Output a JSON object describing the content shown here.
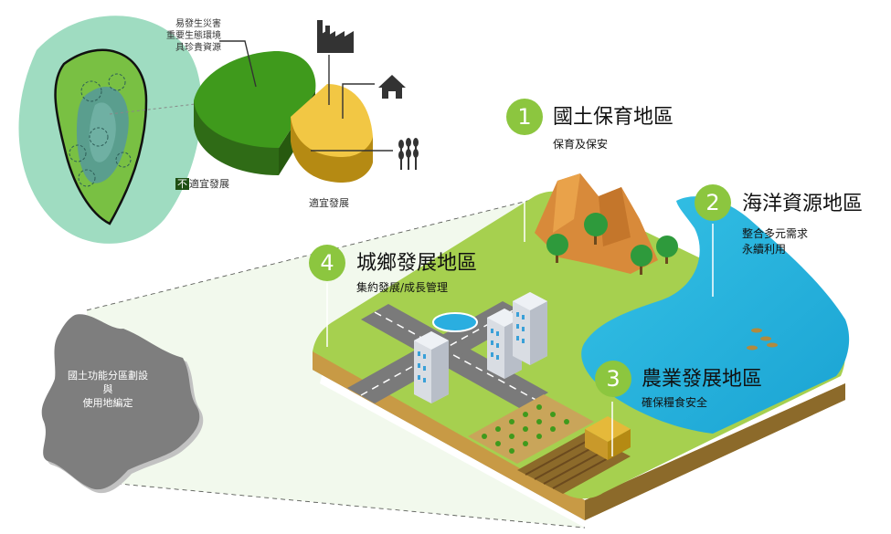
{
  "pie": {
    "risk_lines": [
      "易發生災害",
      "重要生態環境",
      "具珍貴資源"
    ],
    "unsuitable_mark": "不",
    "unsuitable_rest": "適宜發展",
    "suitable": "適宜發展"
  },
  "region_label": [
    "國土功能分區劃設",
    "與",
    "使用地編定"
  ],
  "zones": [
    {
      "num": "1",
      "title": "國土保育地區",
      "sub": [
        "保育及保安"
      ]
    },
    {
      "num": "2",
      "title": "海洋資源地區",
      "sub": [
        "整合多元需求",
        "永續利用"
      ]
    },
    {
      "num": "3",
      "title": "農業發展地區",
      "sub": [
        "確保糧食安全"
      ]
    },
    {
      "num": "4",
      "title": "城鄉發展地區",
      "sub": [
        "集約發展/成長管理"
      ]
    }
  ],
  "colors": {
    "green": "#8cc63f",
    "dark_green": "#3a7d1e",
    "yellow": "#f2c744",
    "sea": "#29b6dc",
    "soil": "#b08a3e"
  },
  "icons": [
    "factory-icon",
    "house-icon",
    "wheat-icon"
  ]
}
